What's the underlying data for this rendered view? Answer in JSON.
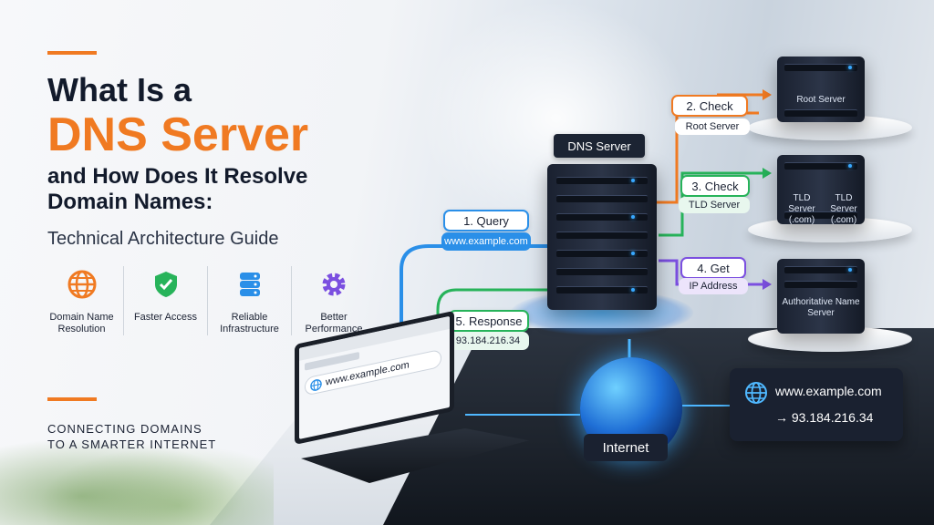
{
  "header": {
    "title_line1": "What Is a",
    "title_line2": "DNS Server",
    "title_line3": "and How Does It Resolve Domain Names:",
    "subtitle": "Technical Architecture Guide"
  },
  "features": [
    {
      "icon": "globe-icon",
      "label": "Domain Name Resolution",
      "color": "#f07a22"
    },
    {
      "icon": "shield-icon",
      "label": "Faster Access",
      "color": "#27b35a"
    },
    {
      "icon": "database-icon",
      "label": "Reliable Infrastructure",
      "color": "#2a8fe8"
    },
    {
      "icon": "gear-icon",
      "label": "Better Performance",
      "color": "#7b4fe0"
    }
  ],
  "tagline": {
    "line1": "CONNECTING DOMAINS",
    "line2": "TO A SMARTER INTERNET"
  },
  "diagram": {
    "dns_server_label": "DNS Server",
    "root_server_label": "Root Server",
    "tld_server_label": "TLD Server (.com)",
    "tld_server_label_2": "TLD Server (.com)",
    "auth_server_label": "Authoritative Name Server",
    "steps": [
      {
        "title": "1. Query",
        "detail": "www.example.com",
        "color": "#2a8fe8"
      },
      {
        "title": "2. Check",
        "detail": "Root Server",
        "color": "#f07a22"
      },
      {
        "title": "3. Check",
        "detail": "TLD Server",
        "color": "#27b35a"
      },
      {
        "title": "4. Get",
        "detail": "IP Address",
        "color": "#7b4fe0"
      },
      {
        "title": "5. Response",
        "detail": "93.184.216.34",
        "color": "#27b35a"
      }
    ],
    "laptop_url": "www.example.com",
    "internet_label": "Internet",
    "result": {
      "domain": "www.example.com",
      "ip": "→ 93.184.216.34"
    }
  },
  "colors": {
    "accent": "#f07a22",
    "dark": "#121a2b"
  }
}
